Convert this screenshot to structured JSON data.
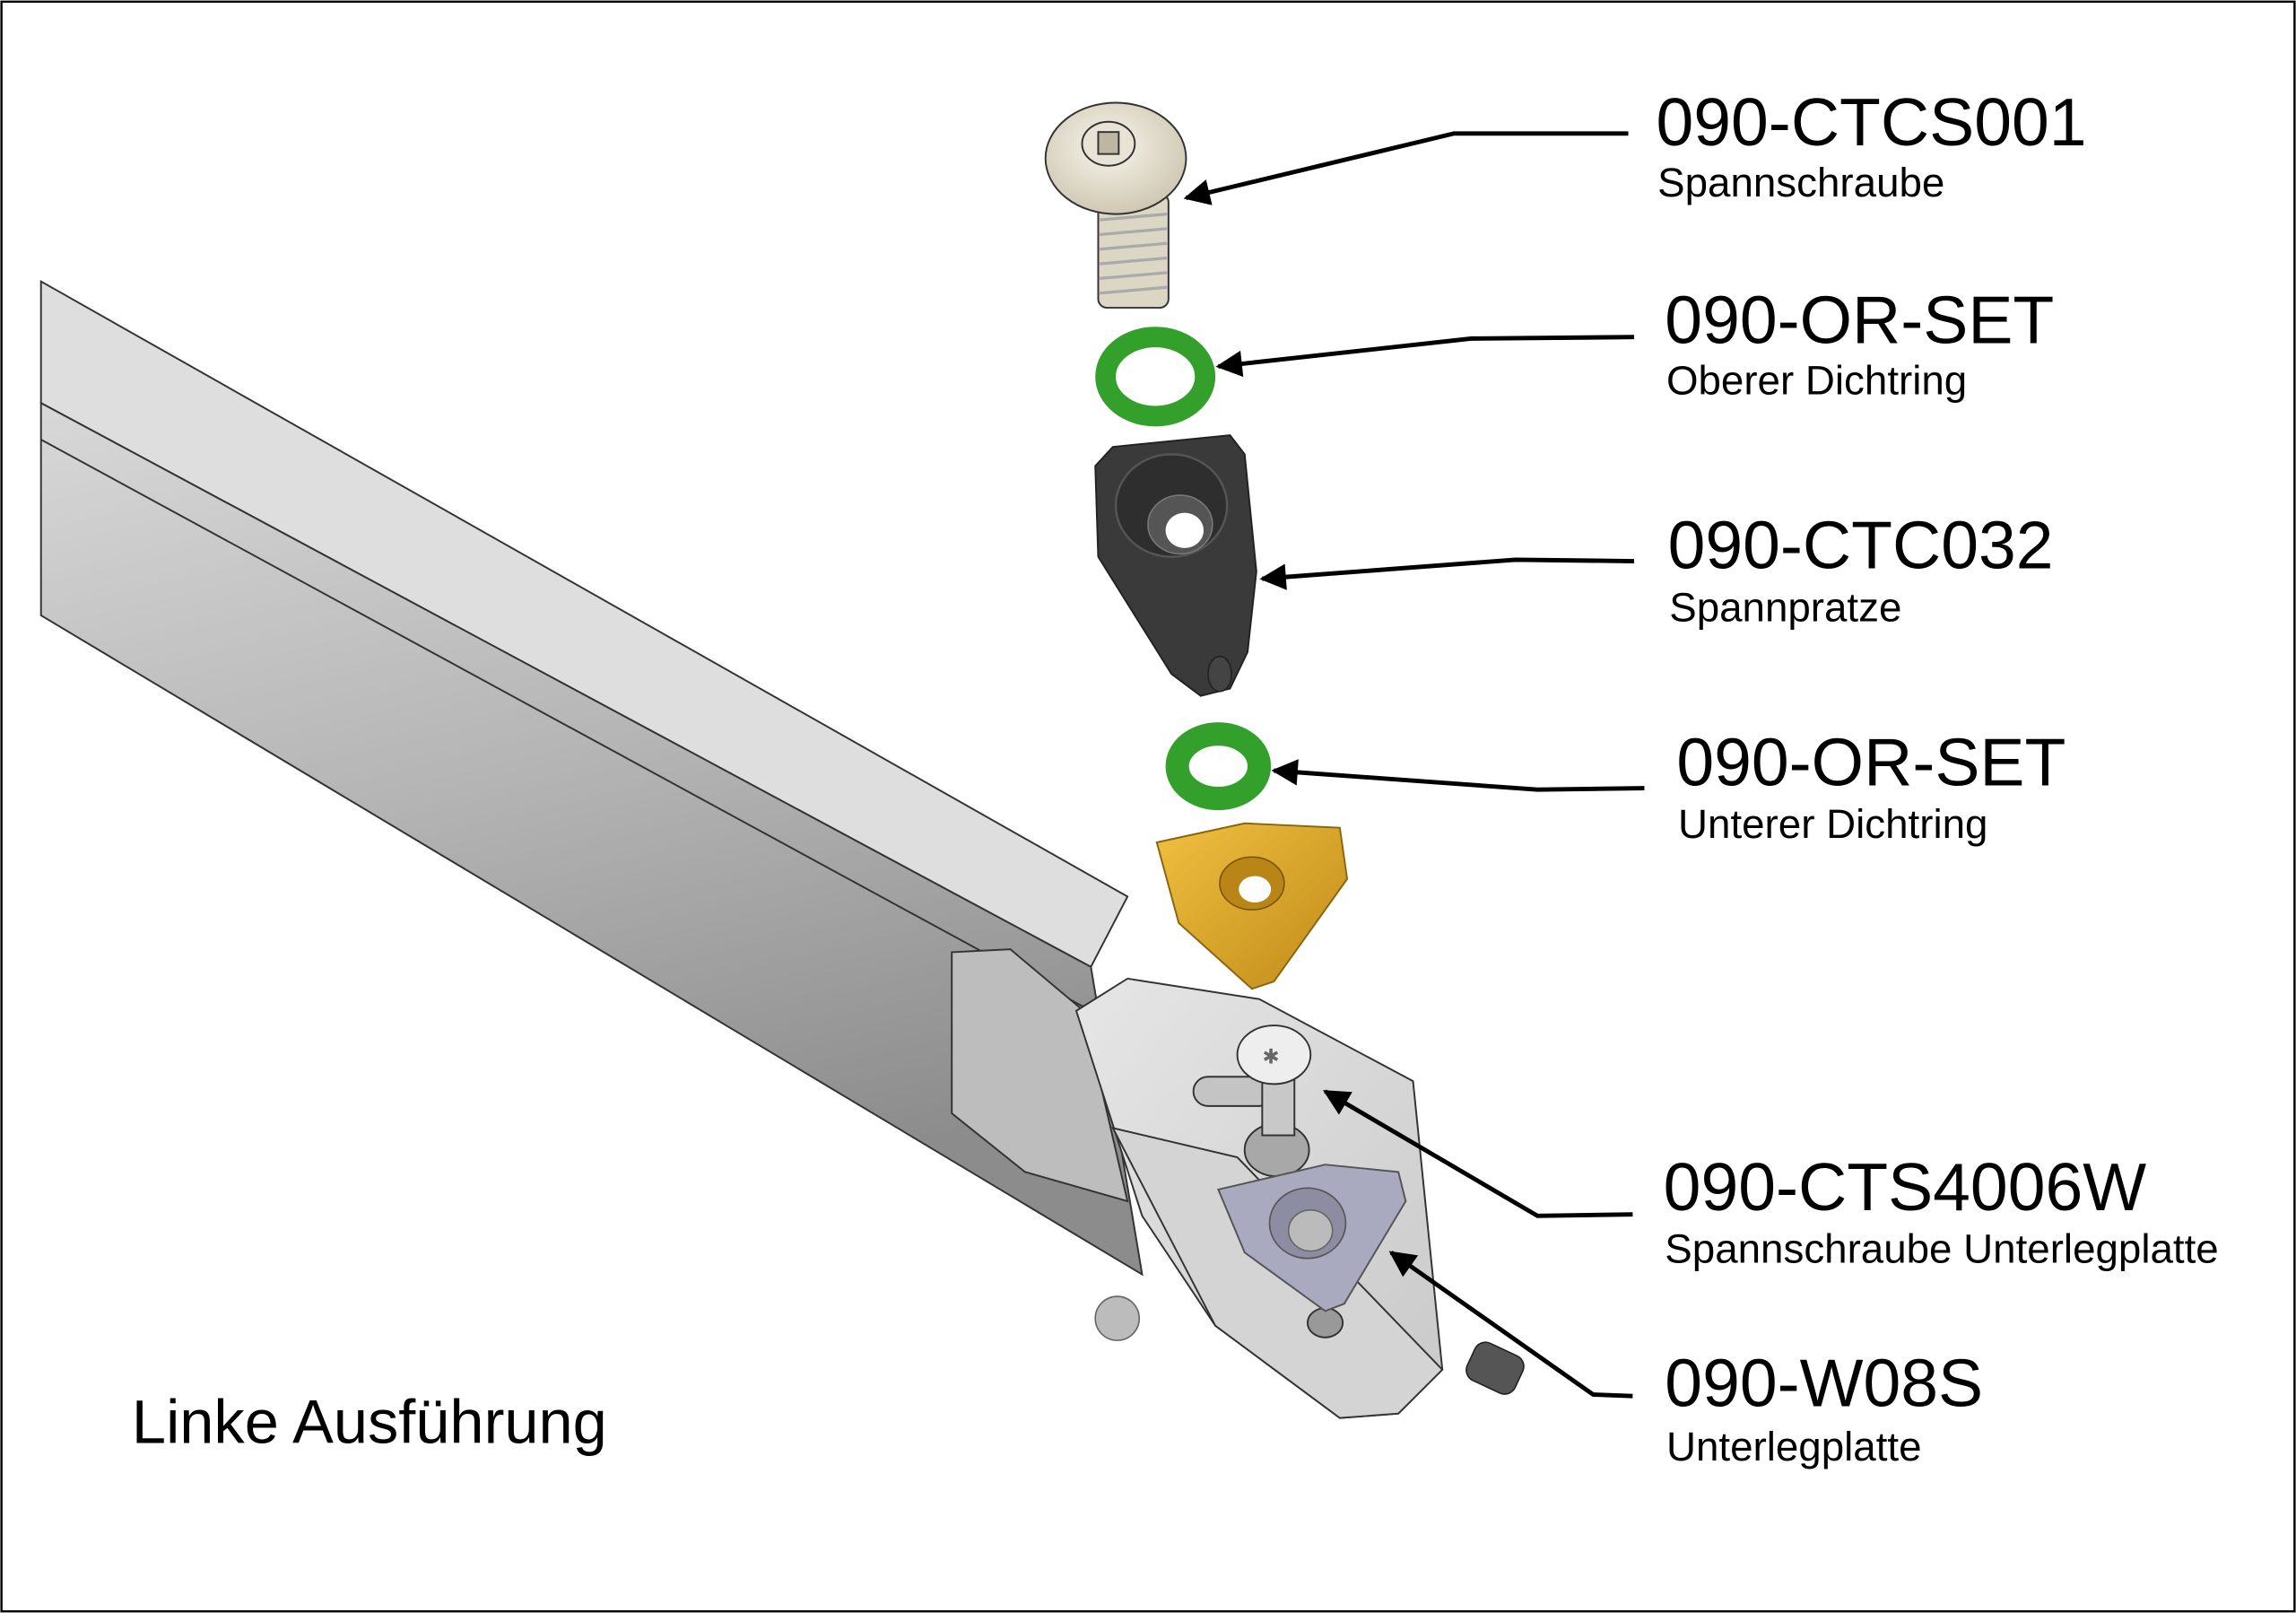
{
  "caption": "Linke Ausführung",
  "callouts": [
    {
      "part_number": "090-CTCS001",
      "description": "Spannschraube"
    },
    {
      "part_number": "090-OR-SET",
      "description": "Oberer Dichtring"
    },
    {
      "part_number": "090-CTC032",
      "description": "Spannpratze"
    },
    {
      "part_number": "090-OR-SET",
      "description": "Unterer Dichtring"
    },
    {
      "part_number": "090-CTS4006W",
      "description": "Spannschraube Unterlegplatte"
    },
    {
      "part_number": "090-W08S",
      "description": "Unterlegplatte"
    }
  ],
  "colors": {
    "seal_ring": "#33a02c",
    "insert": "#e0a92a",
    "clamp": "#3a3a3a",
    "shim": "#a9a9c0",
    "tool_body": "#cfcfcf"
  }
}
